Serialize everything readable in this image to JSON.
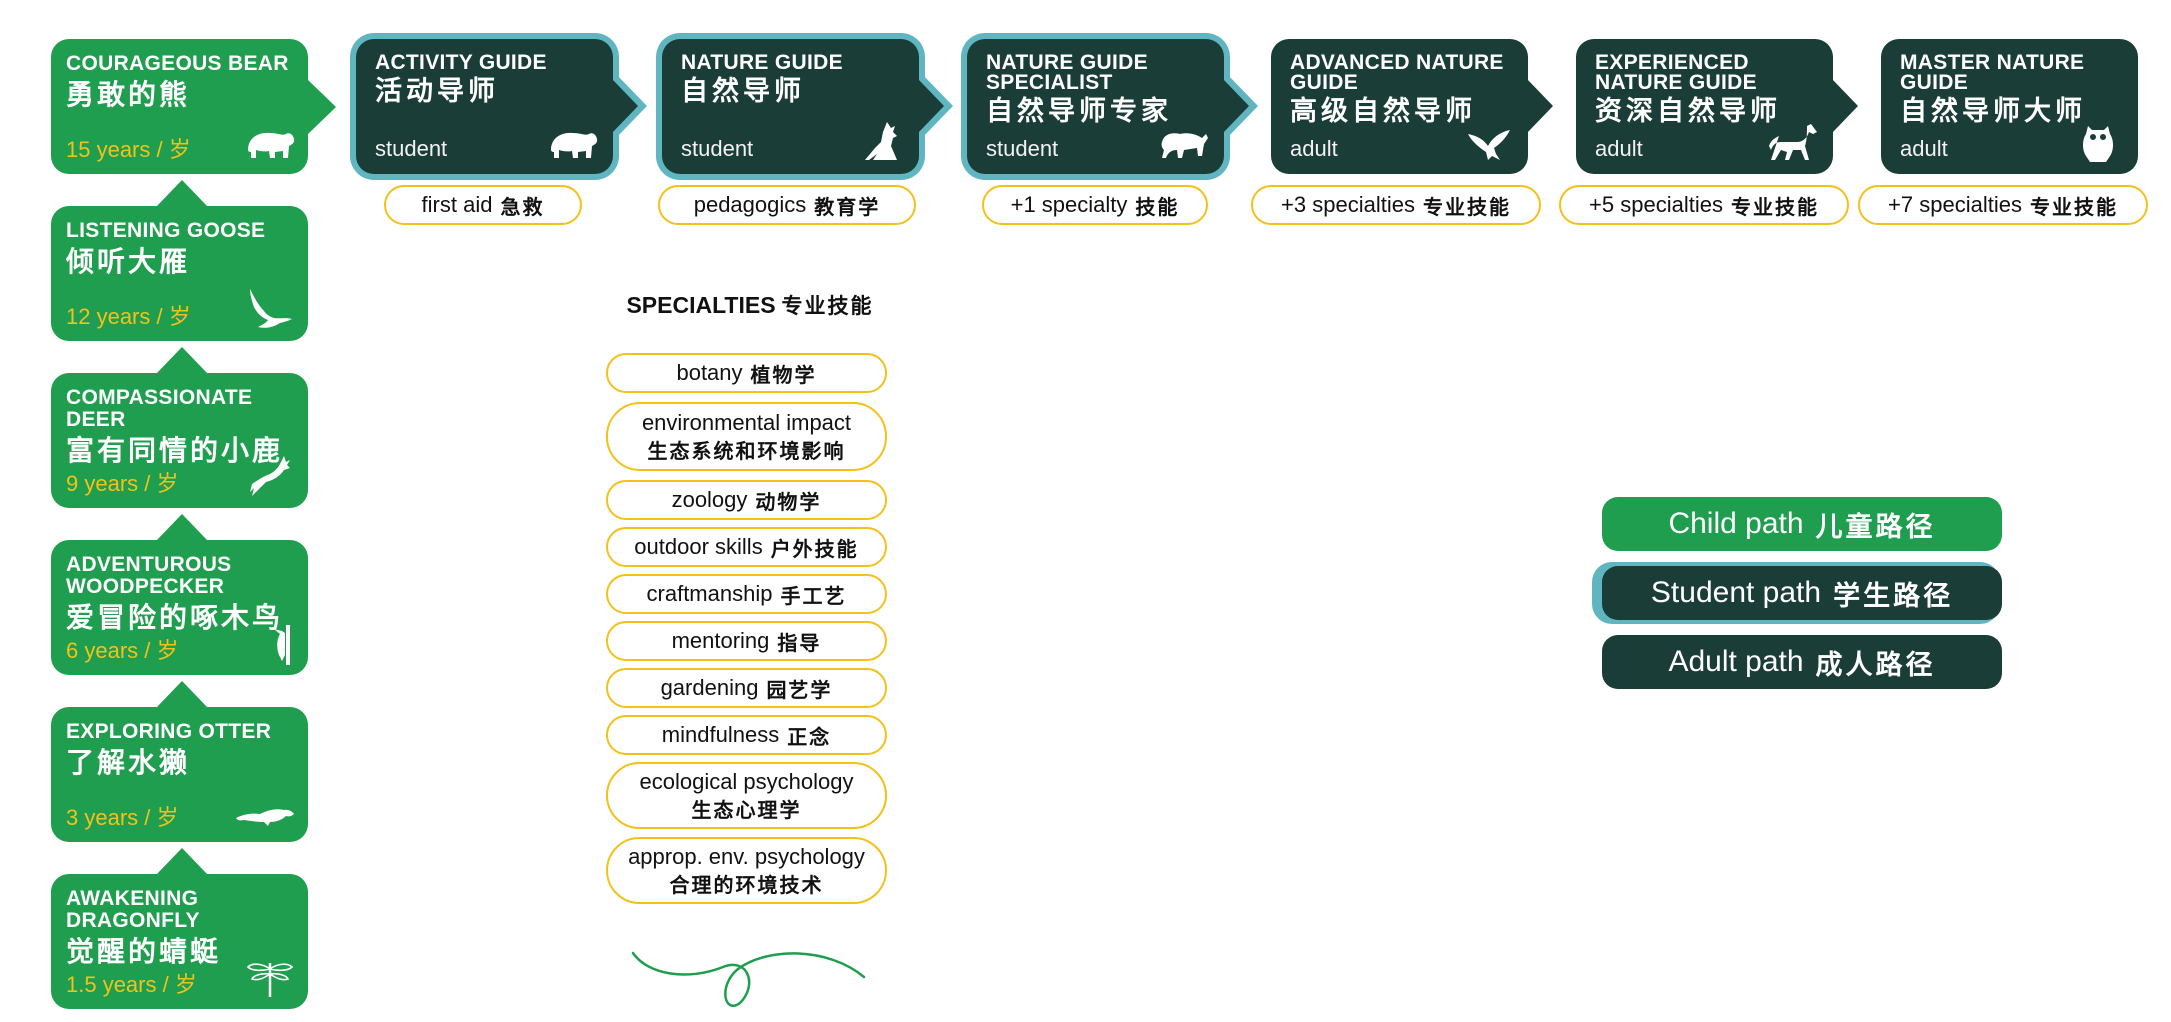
{
  "children": [
    {
      "title": "COURAGEOUS BEAR",
      "title_zh": "勇敢的熊",
      "age": "15 years / 岁",
      "icon": "bear-icon"
    },
    {
      "title": "LISTENING GOOSE",
      "title_zh": "倾听大雁",
      "age": "12 years / 岁",
      "icon": "goose-icon"
    },
    {
      "title": "COMPASSIONATE DEER",
      "title_zh": "富有同情的小鹿",
      "age": "9 years / 岁",
      "icon": "deer-icon"
    },
    {
      "title": "ADVENTUROUS WOODPECKER",
      "title_zh": "爱冒险的啄木鸟",
      "age": "6 years / 岁",
      "icon": "woodpecker-icon"
    },
    {
      "title": "EXPLORING OTTER",
      "title_zh": "了解水獭",
      "age": "3 years / 岁",
      "icon": "otter-icon"
    },
    {
      "title": "AWAKENING DRAGONFLY",
      "title_zh": "觉醒的蜻蜓",
      "age": "1.5 years / 岁",
      "icon": "dragonfly-icon"
    }
  ],
  "guides": [
    {
      "title": "ACTIVITY GUIDE",
      "title_zh": "活动导师",
      "role": "student",
      "icon": "bear-icon",
      "requirement": "first aid",
      "requirement_zh": "急救"
    },
    {
      "title": "NATURE GUIDE",
      "title_zh": "自然导师",
      "role": "student",
      "icon": "wolf-icon",
      "requirement": "pedagogics",
      "requirement_zh": "教育学"
    },
    {
      "title": "NATURE GUIDE SPECIALIST",
      "title_zh": "自然导师专家",
      "role": "student",
      "icon": "bison-icon",
      "requirement": "+1 specialty",
      "requirement_zh": "技能"
    },
    {
      "title": "ADVANCED NATURE GUIDE",
      "title_zh": "高级自然导师",
      "role": "adult",
      "icon": "eagle-icon",
      "requirement": "+3 specialties",
      "requirement_zh": "专业技能"
    },
    {
      "title": "EXPERIENCED NATURE GUIDE",
      "title_zh": "资深自然导师",
      "role": "adult",
      "icon": "horse-icon",
      "requirement": "+5 specialties",
      "requirement_zh": "专业技能"
    },
    {
      "title": "MASTER NATURE GUIDE",
      "title_zh": "自然导师大师",
      "role": "adult",
      "icon": "owl-icon",
      "requirement": "+7 specialties",
      "requirement_zh": "专业技能"
    }
  ],
  "specialties": {
    "title": "SPECIALTIES",
    "title_zh": "专业技能",
    "items": [
      {
        "en": "botany",
        "zh": "植物学"
      },
      {
        "en": "environmental impact",
        "zh": "生态系统和环境影响"
      },
      {
        "en": "zoology",
        "zh": "动物学"
      },
      {
        "en": "outdoor skills",
        "zh": "户外技能"
      },
      {
        "en": "craftmanship",
        "zh": "手工艺"
      },
      {
        "en": "mentoring",
        "zh": "指导"
      },
      {
        "en": "gardening",
        "zh": "园艺学"
      },
      {
        "en": "mindfulness",
        "zh": "正念"
      },
      {
        "en": "ecological psychology",
        "zh": "生态心理学"
      },
      {
        "en": "approp. env. psychology",
        "zh": "合理的环境技术"
      }
    ]
  },
  "legend": [
    {
      "label": "Child path",
      "label_zh": "儿童路径",
      "color": "#1e9e4e"
    },
    {
      "label": "Student path",
      "label_zh": "学生路径",
      "color": "#1b3d37",
      "outline": "#5fb6c1"
    },
    {
      "label": "Adult path",
      "label_zh": "成人路径",
      "color": "#1b3d37"
    }
  ],
  "colors": {
    "child_green": "#1e9e4e",
    "guide_dark": "#1b3d37",
    "student_outline": "#5fb6c1",
    "pill_border": "#f3c118",
    "age_yellow": "#f2c21b"
  }
}
